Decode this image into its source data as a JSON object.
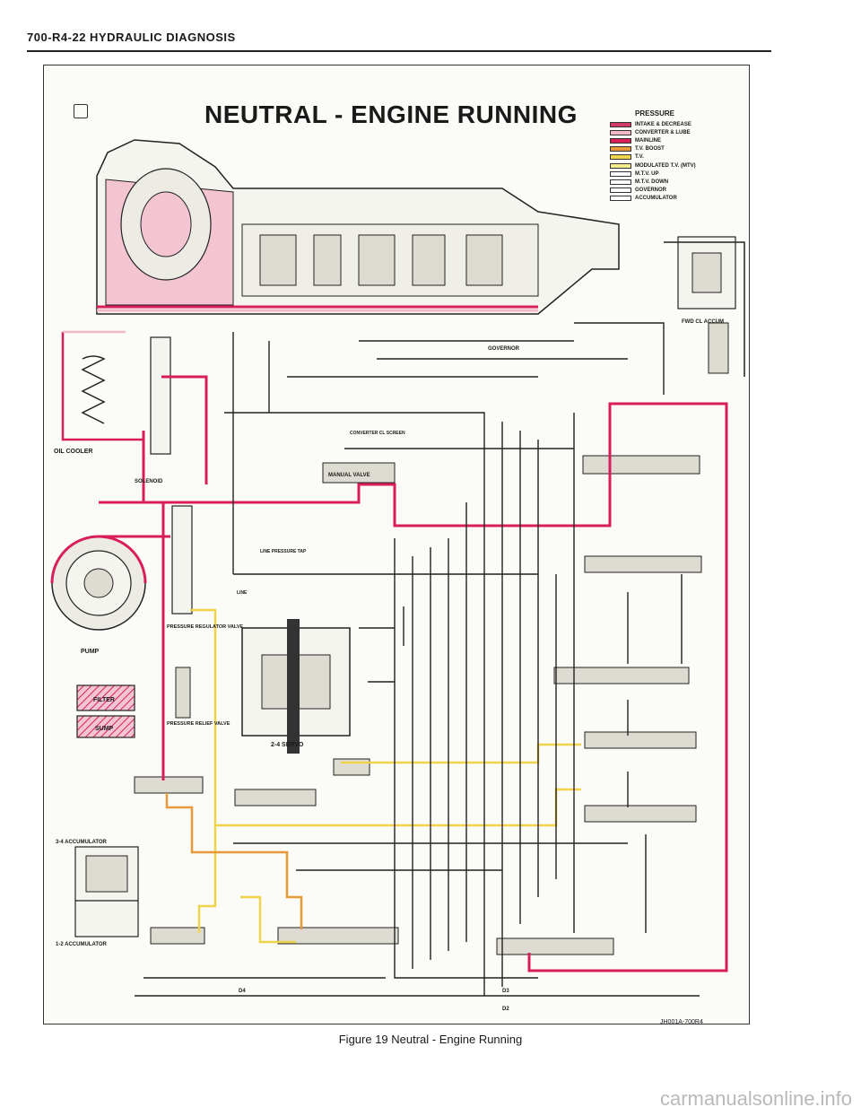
{
  "page": {
    "header": "700-R4-22   HYDRAULIC DIAGNOSIS",
    "title": "NEUTRAL - ENGINE RUNNING",
    "caption": "Figure 19 Neutral - Engine Running",
    "figure_code": "JH001A-700R4",
    "watermark": "carmanualsonline.info"
  },
  "legend": {
    "title": "PRESSURE",
    "items": [
      {
        "label": "INTAKE & DECREASE",
        "color": "#d23a6a"
      },
      {
        "label": "CONVERTER & LUBE",
        "color": "#f2b8c8"
      },
      {
        "label": "MAINLINE",
        "color": "#d81f5c"
      },
      {
        "label": "T.V. BOOST",
        "color": "#e89a3a"
      },
      {
        "label": "T.V.",
        "color": "#f0d34a"
      },
      {
        "label": "MODULATED T.V. (MTV)",
        "color": "#f4ec8a"
      },
      {
        "label": "M.T.V. UP",
        "color": "#ffffff"
      },
      {
        "label": "M.T.V. DOWN",
        "color": "#ffffff"
      },
      {
        "label": "GOVERNOR",
        "color": "#ffffff"
      },
      {
        "label": "ACCUMULATOR",
        "color": "#ffffff"
      }
    ]
  },
  "labels": {
    "oil_cooler": "OIL COOLER",
    "pump": "PUMP",
    "filter": "FILTER",
    "sump": "SUMP",
    "pressure_regulator": "PRESSURE REGULATOR VALVE",
    "pressure_relief": "PRESSURE RELIEF VALVE",
    "governor": "GOVERNOR",
    "servo_24": "2-4 SERVO",
    "acc_34": "3-4 ACCUMULATOR",
    "acc_12": "1-2 ACCUMULATOR",
    "manual_valve": "MANUAL VALVE",
    "fwd_clutch_acc": "FWD CL ACCUM",
    "converter_clutch": "CONVERTER CL SCREEN",
    "line_pressure_tap": "LINE PRESSURE TAP",
    "line": "LINE",
    "solenoid": "SOLENOID",
    "dr4": "D4",
    "dr3": "D3",
    "dr2": "D2"
  },
  "colors": {
    "mainline": "#d81f5c",
    "converter": "#f2b8c8",
    "tv": "#f0d34a",
    "boost": "#e89a3a",
    "line": "#222222"
  }
}
